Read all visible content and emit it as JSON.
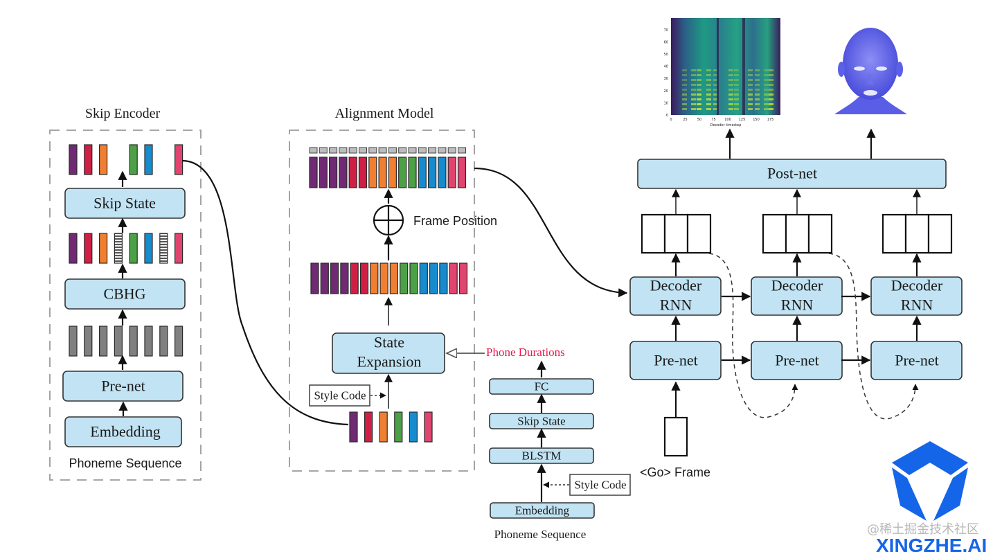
{
  "palette": {
    "purple": "#6f2a73",
    "red": "#d01f45",
    "orange": "#f07f32",
    "green": "#4ca147",
    "blue": "#168ccf",
    "pink": "#e0446f",
    "gray": "#808080",
    "box_fill": "#c1e3f3",
    "accent_text": "#e8174f",
    "brand": "#1565e8"
  },
  "skip_encoder": {
    "title": "Skip Encoder",
    "output_bars": [
      "purple",
      "red",
      "orange",
      "gap",
      "green",
      "blue",
      "gap",
      "pink"
    ],
    "skip_state_label": "Skip State",
    "cbhg_bars": [
      "purple",
      "red",
      "orange",
      "striped",
      "green",
      "blue",
      "striped",
      "pink"
    ],
    "cbhg_label": "CBHG",
    "prenet_bars": [
      "gray",
      "gray",
      "gray",
      "gray",
      "gray",
      "gray",
      "gray",
      "gray"
    ],
    "prenet_label": "Pre-net",
    "embedding_label": "Embedding",
    "input_label": "Phoneme Sequence"
  },
  "alignment_model": {
    "title": "Alignment Model",
    "top_bars": [
      "purple",
      "purple",
      "purple",
      "purple",
      "red",
      "red",
      "orange",
      "orange",
      "orange",
      "green",
      "green",
      "blue",
      "blue",
      "blue",
      "pink",
      "pink"
    ],
    "frame_position_label": "Frame Position",
    "mid_bars": [
      "purple",
      "purple",
      "purple",
      "purple",
      "red",
      "red",
      "orange",
      "orange",
      "orange",
      "green",
      "green",
      "blue",
      "blue",
      "blue",
      "pink",
      "pink"
    ],
    "state_expansion_label_1": "State",
    "state_expansion_label_2": "Expansion",
    "style_code_label": "Style Code",
    "input_bars": [
      "purple",
      "red",
      "orange",
      "green",
      "blue",
      "pink"
    ]
  },
  "duration_model": {
    "output_label": "Phone Durations",
    "fc_label": "FC",
    "skip_state_label": "Skip State",
    "blstm_label": "BLSTM",
    "style_code_label": "Style Code",
    "embedding_label": "Embedding",
    "input_label": "Phoneme Sequence"
  },
  "decoder": {
    "postnet_label": "Post-net",
    "steps": [
      {
        "decoder_label_1": "Decoder",
        "decoder_label_2": "RNN",
        "prenet_label": "Pre-net"
      },
      {
        "decoder_label_1": "Decoder",
        "decoder_label_2": "RNN",
        "prenet_label": "Pre-net"
      },
      {
        "decoder_label_1": "Decoder",
        "decoder_label_2": "RNN",
        "prenet_label": "Pre-net"
      }
    ],
    "go_frame_label": "<Go> Frame"
  },
  "outputs": {
    "spectrogram": {
      "image": "mel-spectrogram",
      "xlabel": "Decoder timestep",
      "xticks": [
        "0",
        "25",
        "50",
        "75",
        "100",
        "125",
        "150",
        "175"
      ],
      "yticks": [
        "0",
        "10",
        "20",
        "30",
        "40",
        "50",
        "60",
        "70"
      ]
    },
    "face": {
      "image": "3d-face-mesh"
    }
  },
  "watermark": {
    "community": "@稀土掘金技术社区",
    "brand": "XINGZHE.AI"
  }
}
